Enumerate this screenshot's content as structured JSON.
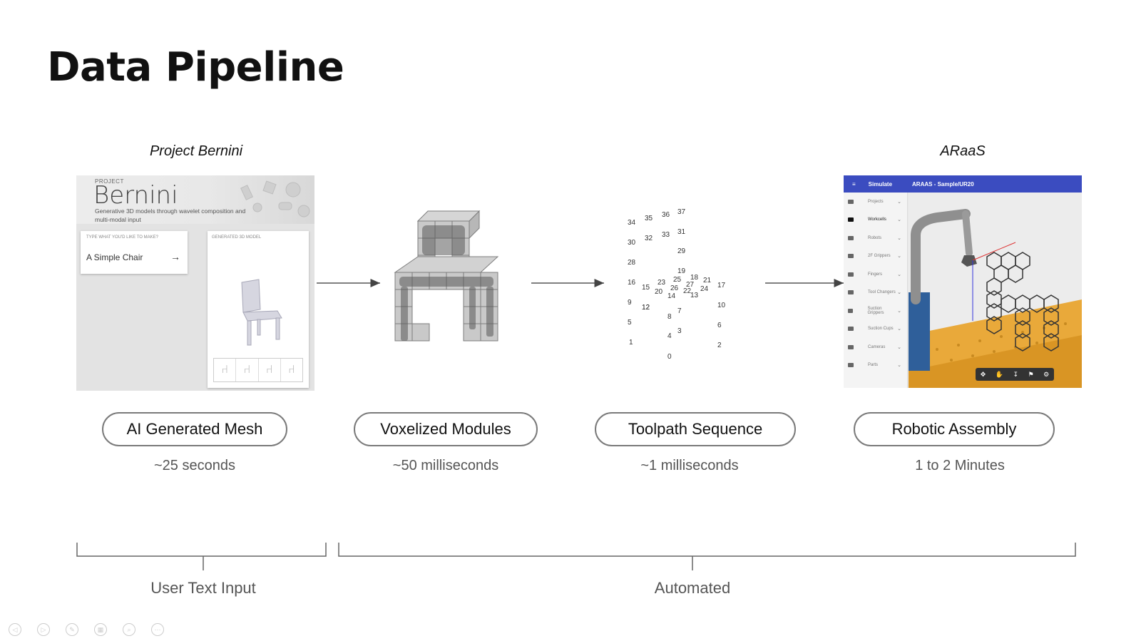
{
  "title": "Data Pipeline",
  "sections": {
    "left_label": "Project Bernini",
    "right_label": "ARaaS"
  },
  "bernini": {
    "project_tag": "PROJECT",
    "name": "Bernini",
    "subtitle": "Generative 3D models through wavelet composition and multi-modal input",
    "input_header": "TYPE WHAT YOU'D LIKE TO MAKE?",
    "input_text": "A Simple Chair",
    "model_header": "GENERATED 3D MODEL"
  },
  "araas": {
    "menu_label": "Simulate",
    "project_title": "ARAAS - Sample/UR20",
    "sidebar": [
      "Projects",
      "Workcells",
      "Robots",
      "2F Grippers",
      "Fingers",
      "Tool Changers",
      "Suction Grippers",
      "Suction Cups",
      "Cameras",
      "Parts"
    ]
  },
  "toolpath_numbers": [
    "34",
    "35",
    "36",
    "37",
    "30",
    "32",
    "33",
    "31",
    "29",
    "28",
    "19",
    "18",
    "16",
    "15",
    "23",
    "25",
    "27",
    "21",
    "17",
    "20",
    "26",
    "22",
    "24",
    "14",
    "12",
    "13",
    "9",
    "12",
    "7",
    "10",
    "8",
    "5",
    "3",
    "6",
    "4",
    "1",
    "2",
    "0"
  ],
  "steps": [
    {
      "label": "AI Generated Mesh",
      "time": "~25 seconds"
    },
    {
      "label": "Voxelized Modules",
      "time": "~50 milliseconds"
    },
    {
      "label": "Toolpath Sequence",
      "time": "~1 milliseconds"
    },
    {
      "label": "Robotic Assembly",
      "time": "1 to 2 Minutes"
    }
  ],
  "brackets": {
    "left": "User Text Input",
    "right": "Automated"
  },
  "colors": {
    "araas_bar": "#3b4cc0",
    "pill_border": "#7a7a7a",
    "robot_table": "#e9a93a"
  }
}
